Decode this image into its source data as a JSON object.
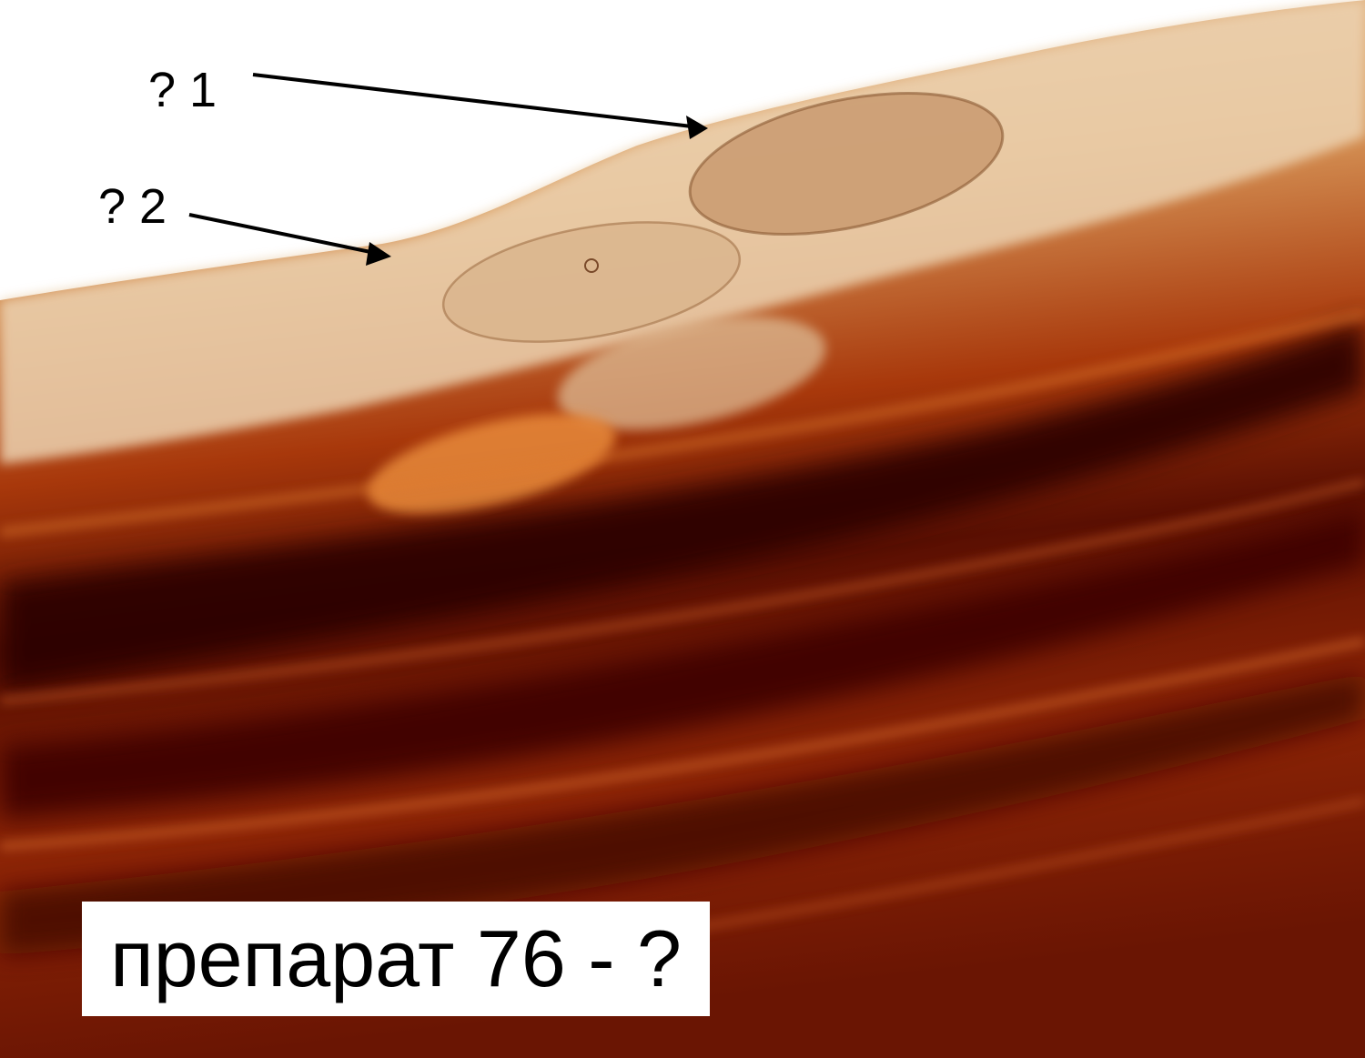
{
  "image": {
    "subject": "histology micrograph",
    "colors": {
      "background": "#ffffff",
      "tissue_light": "#e9c9a4",
      "tissue_mid": "#c8621e",
      "tissue_dark": "#5a0f02",
      "tissue_darkest": "#2a0200"
    }
  },
  "annotations": [
    {
      "label": "? 1"
    },
    {
      "label": "? 2"
    }
  ],
  "caption": {
    "text": "препарат 76 - ?"
  }
}
